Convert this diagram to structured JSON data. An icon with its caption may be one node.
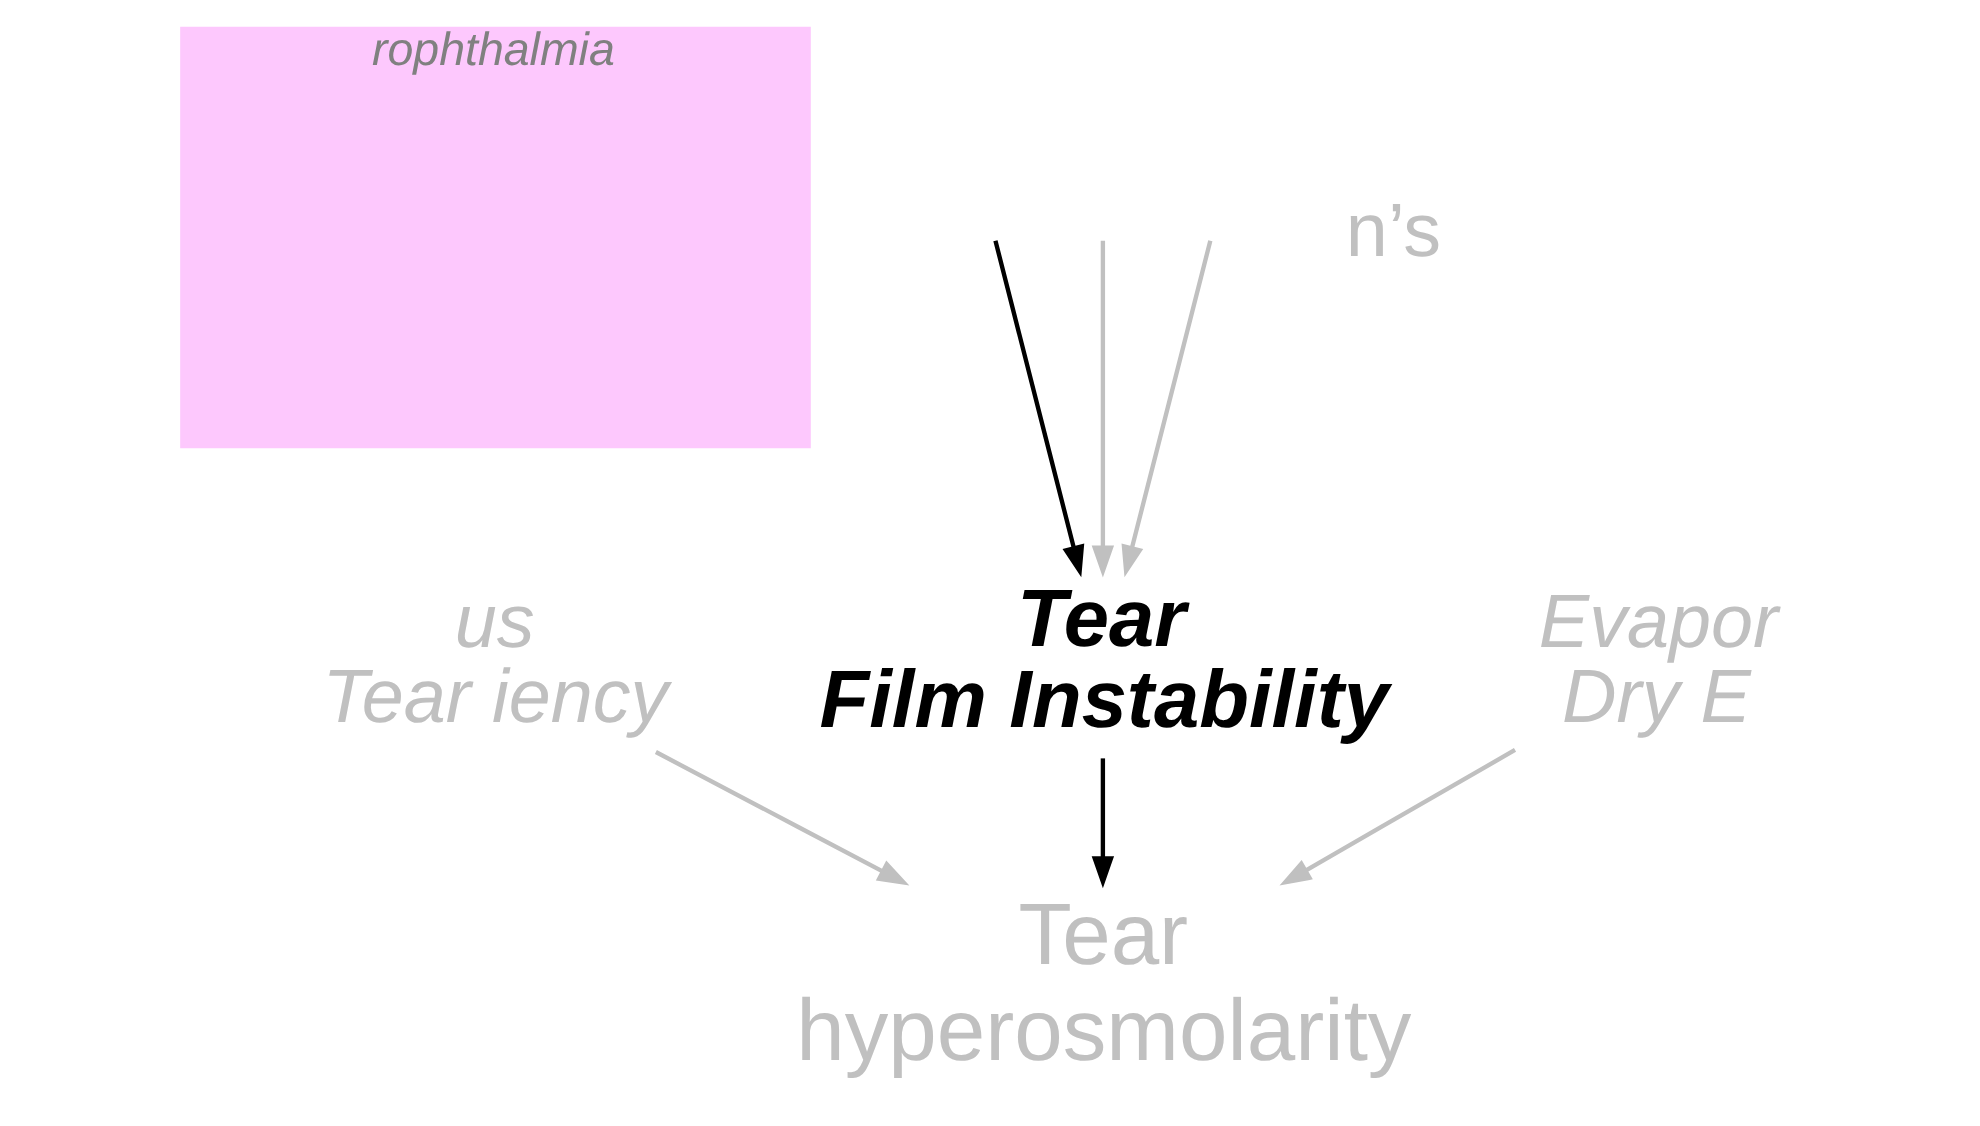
{
  "diagram": {
    "nodes": [
      {
        "text": [
          "rophthalmia"
        ]
      },
      {
        "text": [
          "us Tear iency"
        ]
      },
      {
        "text": [
          "Tear Film Instability"
        ]
      },
      {
        "text": [
          "Evapor Dry E"
        ]
      },
      {
        "text": [
          "Tear hyperosmolarity"
        ]
      }
    ],
    "edges": [
      {
        "from": null,
        "to": 2,
        "arrow": "to",
        "color": "#000000"
      },
      {
        "from": null,
        "to": 2,
        "arrow": "to"
      },
      {
        "from": null,
        "to": 2,
        "arrow": "to"
      },
      {
        "from": 2,
        "to": 4,
        "arrow": "to",
        "color": "#000000"
      },
      {
        "from": 1,
        "to": 4,
        "arrow": "to"
      },
      {
        "from": 3,
        "to": 4,
        "arrow": "to"
      }
    ],
    "labels": [
      "n’s"
    ]
  }
}
